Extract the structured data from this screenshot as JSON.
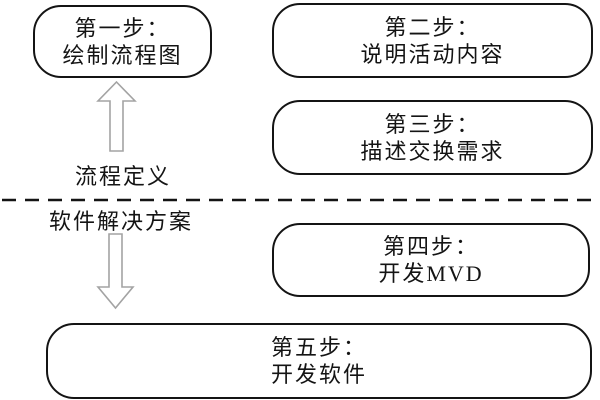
{
  "diagram": {
    "steps": [
      {
        "line1": "第一步：",
        "line2": "绘制流程图"
      },
      {
        "line1": "第二步：",
        "line2": "说明活动内容"
      },
      {
        "line1": "第三步：",
        "line2": "描述交换需求"
      },
      {
        "line1": "第四步：",
        "line2": "开发MVD"
      },
      {
        "line1": "第五步：",
        "line2": "开发软件"
      }
    ],
    "labels": {
      "process_definition": "流程定义",
      "software_solution": "软件解决方案"
    },
    "icons": {
      "up_arrow": "hollow-block-arrow-up",
      "down_arrow": "hollow-block-arrow-down"
    },
    "colors": {
      "border": "#141414",
      "text": "#141414",
      "arrow_outline": "#a3a3a3",
      "divider": "#141414",
      "background": "#ffffff"
    }
  }
}
